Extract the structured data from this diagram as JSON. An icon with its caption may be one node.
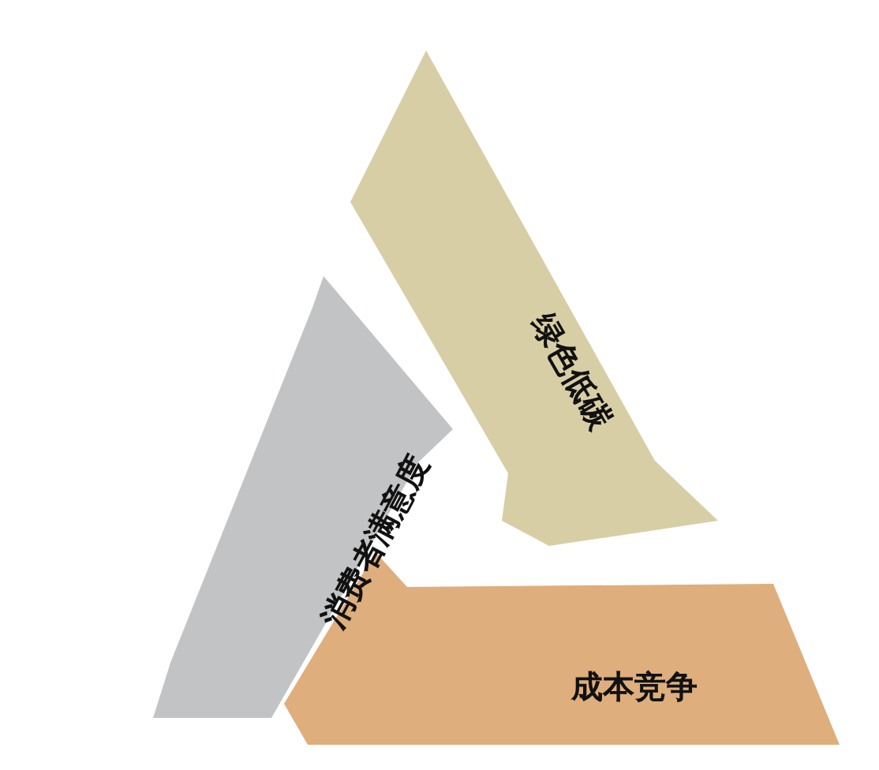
{
  "diagram": {
    "nodes": [
      {
        "text": [
          "绿色低碳"
        ]
      },
      {
        "text": [
          "成本竞争"
        ]
      },
      {
        "text": [
          "消费者满意度"
        ]
      }
    ]
  }
}
